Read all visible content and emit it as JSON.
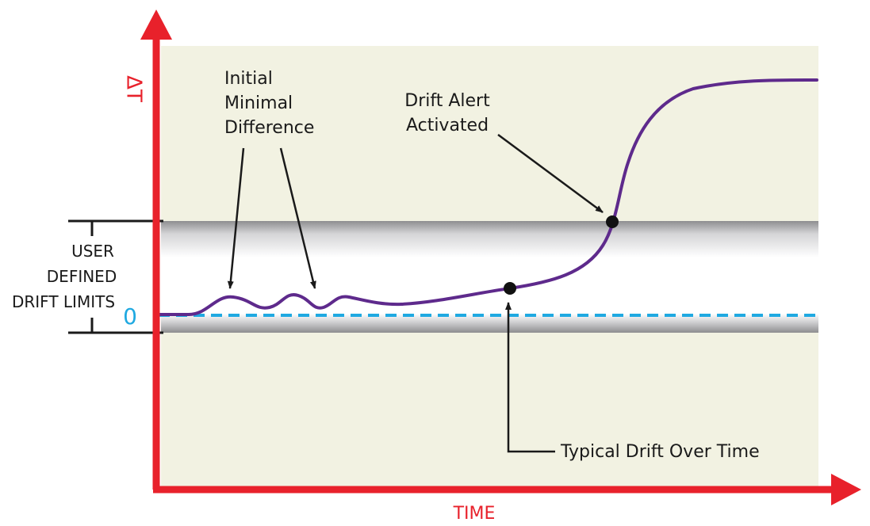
{
  "axes": {
    "y_label": "ΔT",
    "x_label": "TIME",
    "zero_label": "0"
  },
  "annotations": {
    "initial": [
      "Initial",
      "Minimal",
      "Difference"
    ],
    "alert": [
      "Drift Alert",
      "Activated"
    ],
    "typical": "Typical Drift Over Time",
    "limits": [
      "USER",
      "DEFINED",
      "DRIFT LIMITS"
    ]
  },
  "colors": {
    "axis": "#e8212b",
    "plot_bg": "#f2f2e2",
    "curve": "#5e2a8c",
    "zero_line": "#1fa9e1",
    "band_edge": "#8e8e90",
    "ink": "#1a1a1a"
  }
}
